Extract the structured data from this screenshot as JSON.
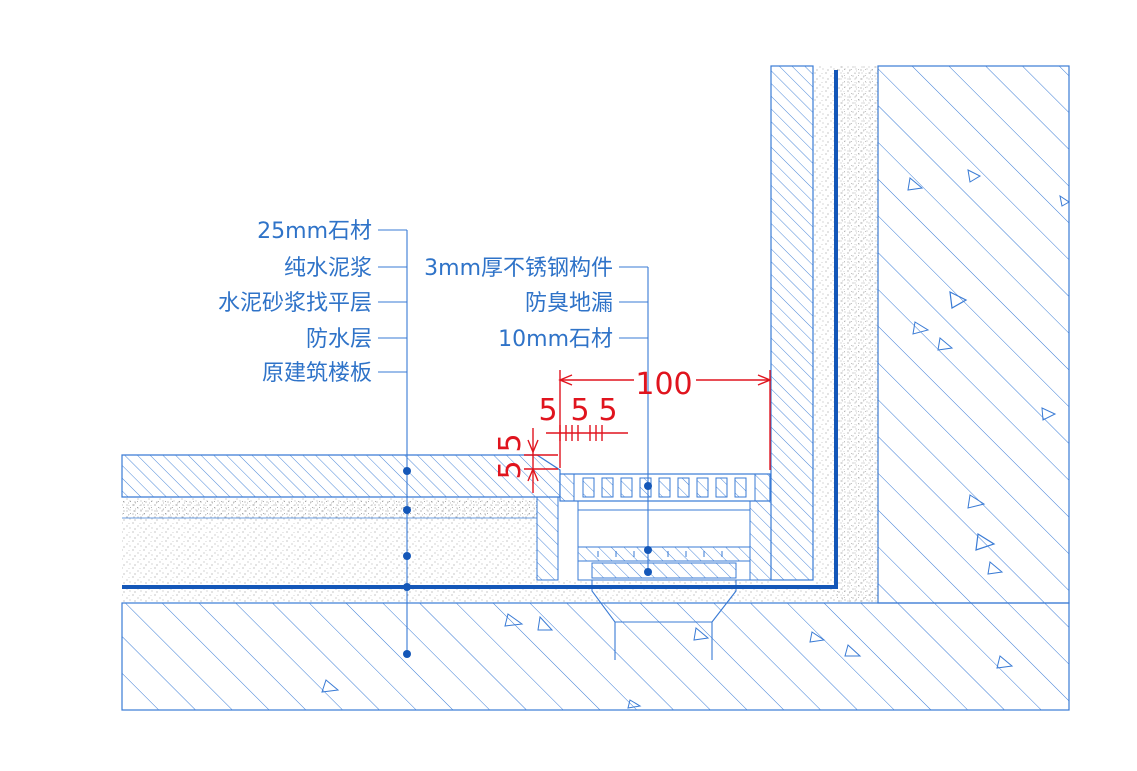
{
  "colors": {
    "line": "#3a7bd5",
    "strong_line": "#1457b8",
    "dimension": "#e0141e",
    "label_text": "#2f73c8",
    "screed_dots": "#7a7a7a",
    "background": "#ffffff"
  },
  "left_labels": [
    "25mm石材",
    "纯水泥浆",
    "水泥砂浆找平层",
    "防水层",
    "原建筑楼板"
  ],
  "right_labels": [
    "3mm厚不锈钢构件",
    "防臭地漏",
    "10mm石材"
  ],
  "dimensions": {
    "gap_to_wall": "100",
    "horizontal_small": [
      "5",
      "5",
      "5"
    ],
    "vertical_small": [
      "5",
      "5"
    ]
  }
}
